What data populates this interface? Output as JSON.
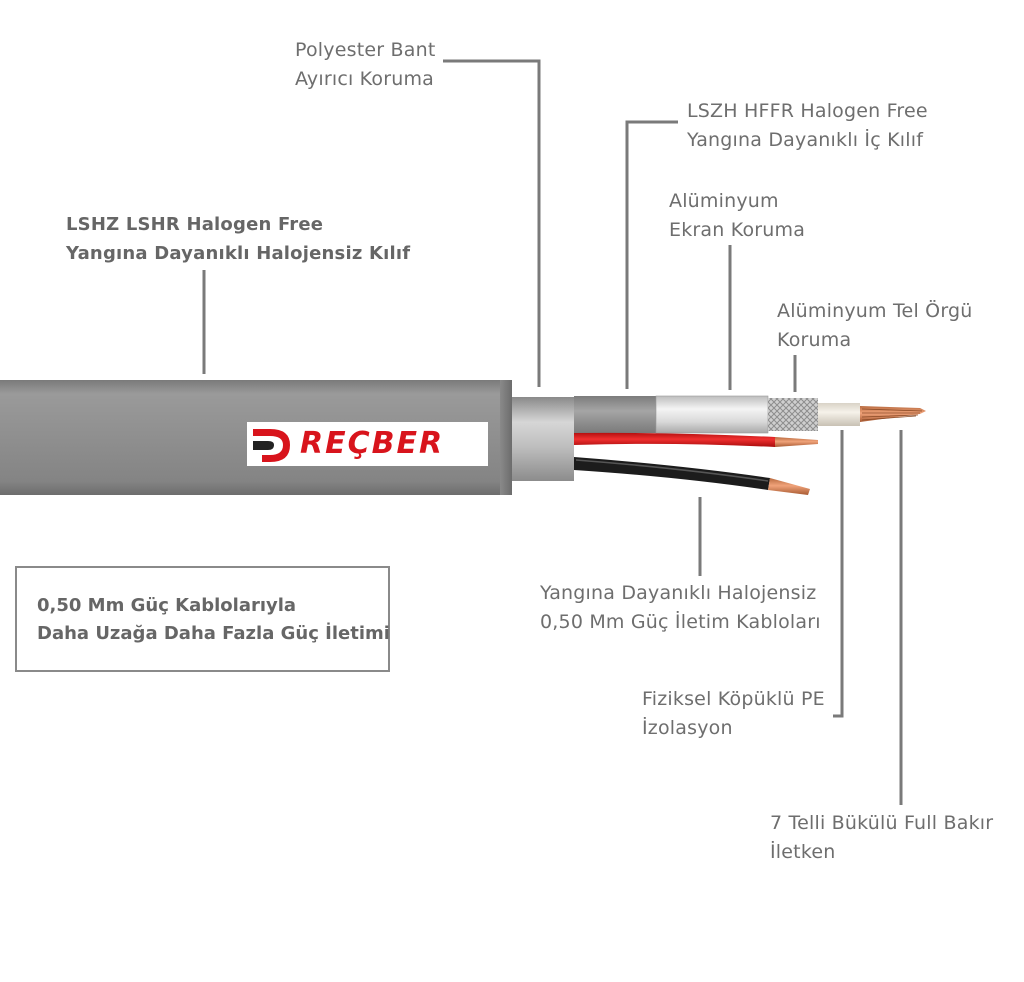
{
  "brand": {
    "name": "REÇBER"
  },
  "labels": {
    "polyester": [
      "Polyester Bant",
      "Ayırıcı Koruma"
    ],
    "lszh": [
      "LSZH HFFR Halogen Free",
      "Yangına Dayanıklı İç Kılıf"
    ],
    "outer_jacket": [
      "LSHZ LSHR Halogen Free",
      "Yangına Dayanıklı Halojensiz Kılıf"
    ],
    "aluminium_screen": [
      "Alüminyum",
      "Ekran Koruma"
    ],
    "aluminium_braid": [
      "Alüminyum Tel Örgü",
      "Koruma"
    ],
    "power_cables": [
      "Yangına Dayanıklı Halojensiz",
      "0,50 Mm Güç İletim Kabloları"
    ],
    "foam_pe": [
      "Fiziksel Köpüklü PE",
      "İzolasyon"
    ],
    "conductor": [
      "7 Telli Bükülü Full Bakır",
      "İletken"
    ]
  },
  "callout": [
    "0,50 Mm Güç Kablolarıyla",
    "Daha Uzağa Daha Fazla Güç İletimi"
  ],
  "colors": {
    "jacket": "#8e8e8e",
    "leader": "#7a7a7a",
    "label_text": "#6e6e6e",
    "red_wire": "#e31d1d",
    "black_wire": "#1a1a1a",
    "copper": "#d4845a",
    "logo_red": "#d8141c"
  }
}
